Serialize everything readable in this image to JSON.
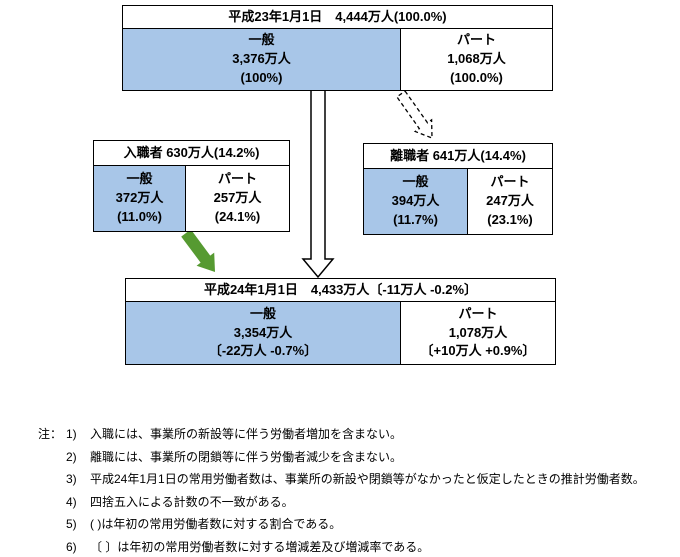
{
  "colors": {
    "cell_blue": "#a8c6e8",
    "arrow_green": "#569a31"
  },
  "boxes": {
    "y2011": {
      "header": "平成23年1月1日　4,444万人(100.0%)",
      "general": {
        "label": "一般",
        "value": "3,376万人",
        "note": "(100%)"
      },
      "part": {
        "label": "パート",
        "value": "1,068万人",
        "note": "(100.0%)"
      }
    },
    "hires": {
      "header": "入職者 630万人(14.2%)",
      "general": {
        "label": "一般",
        "value": "372万人",
        "note": "(11.0%)"
      },
      "part": {
        "label": "パート",
        "value": "257万人",
        "note": "(24.1%)"
      }
    },
    "leavers": {
      "header": "離職者 641万人(14.4%)",
      "general": {
        "label": "一般",
        "value": "394万人",
        "note": "(11.7%)"
      },
      "part": {
        "label": "パート",
        "value": "247万人",
        "note": "(23.1%)"
      }
    },
    "y2012": {
      "header": "平成24年1月1日　4,433万人〔-11万人 -0.2%〕",
      "general": {
        "label": "一般",
        "value": "3,354万人",
        "note": "〔-22万人 -0.7%〕"
      },
      "part": {
        "label": "パート",
        "value": "1,078万人",
        "note": "〔+10万人 +0.9%〕"
      }
    }
  },
  "notes": {
    "prefix": "注：",
    "items": [
      {
        "num": "1)",
        "text": "入職には、事業所の新設等に伴う労働者増加を含まない。"
      },
      {
        "num": "2)",
        "text": "離職には、事業所の閉鎖等に伴う労働者減少を含まない。"
      },
      {
        "num": "3)",
        "text": "平成24年1月1日の常用労働者数は、事業所の新設や閉鎖等がなかったと仮定したときの推計労働者数。"
      },
      {
        "num": "4)",
        "text": "四捨五入による計数の不一致がある。"
      },
      {
        "num": "5)",
        "text": "( )は年初の常用労働者数に対する割合である。"
      },
      {
        "num": "6)",
        "text": "〔 〕は年初の常用労働者数に対する増減差及び増減率である。"
      }
    ]
  }
}
